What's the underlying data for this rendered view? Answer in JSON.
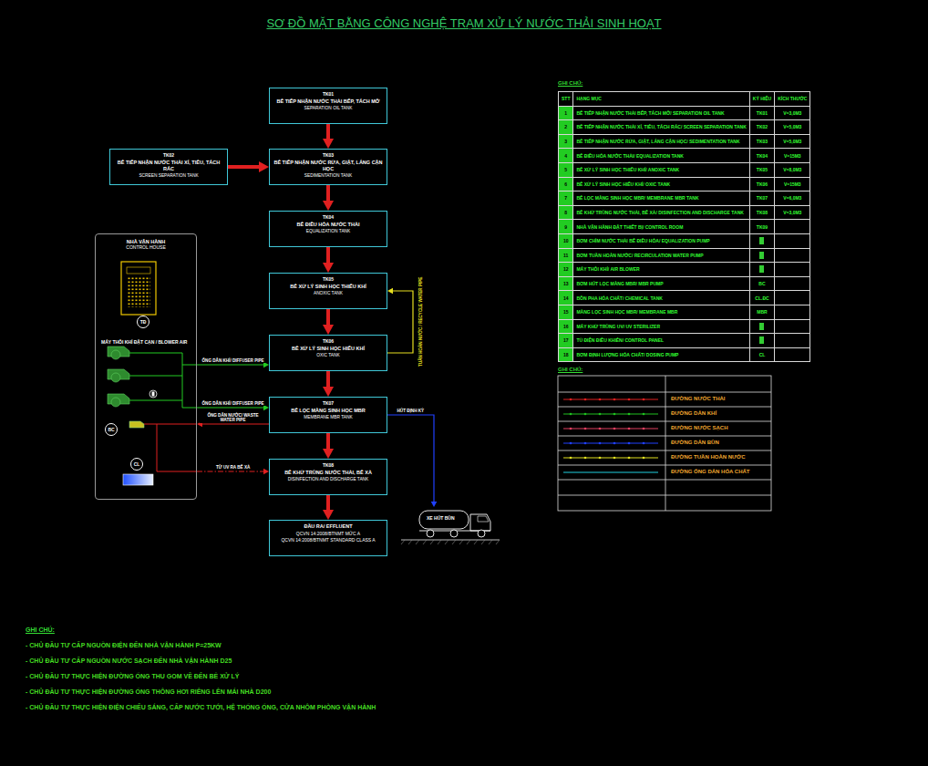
{
  "diagram": {
    "title": "SƠ ĐỒ MẶT BẰNG CÔNG NGHỆ TRẠM XỬ LÝ NƯỚC THẢI SINH HOẠT",
    "nodes": [
      {
        "text": [
          "TK01",
          "BỂ TIẾP NHẬN NƯỚC THẢI BẾP, TÁCH MỠ",
          "SEPARATION OIL TANK"
        ]
      },
      {
        "text": [
          "TK02",
          "BỂ TIẾP NHẬN NƯỚC THẢI XÍ, TIỂU, TÁCH RÁC",
          "SCREEN SEPARATION TANK"
        ]
      },
      {
        "text": [
          "TK03",
          "BỂ TIẾP NHẬN NƯỚC RỬA, GIẶT, LẮNG CẶN HỌC",
          "SEDIMENTATION TANK"
        ]
      },
      {
        "text": [
          "TK04",
          "BỂ ĐIỀU HÒA NƯỚC THẢI",
          "EQUALIZATION TANK"
        ]
      },
      {
        "text": [
          "TK05",
          "BỂ XỬ LÝ SINH HỌC THIẾU KHÍ",
          "ANOXIC TANK"
        ]
      },
      {
        "text": [
          "TK06",
          "BỂ XỬ LÝ SINH HỌC HIẾU KHÍ",
          "OXIC TANK"
        ]
      },
      {
        "text": [
          "TK07",
          "BỂ LỌC MÀNG SINH HỌC MBR",
          "MEMBRANE MBR TANK"
        ]
      },
      {
        "text": [
          "TK08",
          "BỂ KHỬ TRÙNG NƯỚC THẢI, BỂ XẢ",
          "DISINFECTION AND DISCHARGE TANK"
        ]
      },
      {
        "text": [
          "ĐẦU RA/ EFFLUENT",
          "QCVN 14:2008/BTNMT MỨC A",
          "QCVN 14:2008/BTNMT STANDARD CLASS A"
        ]
      },
      {
        "text": [
          "NHÀ VẬN HÀNH",
          "CONTROL HOUSE"
        ]
      },
      {
        "text": [
          "TĐ"
        ],
        "in": 9
      },
      {
        "text": [
          "BC"
        ],
        "in": 9
      },
      {
        "text": [
          "CL"
        ],
        "in": 9
      },
      {
        "text": [
          "XE HÚT BÙN"
        ]
      }
    ],
    "edges": [
      {
        "from": 0,
        "to": 2,
        "arrow": "to"
      },
      {
        "from": 1,
        "to": 2,
        "arrow": "to"
      },
      {
        "from": 2,
        "to": 3,
        "arrow": "to"
      },
      {
        "from": 3,
        "to": 4,
        "arrow": "to"
      },
      {
        "from": 4,
        "to": 5,
        "arrow": "to"
      },
      {
        "from": 5,
        "to": 6,
        "arrow": "to"
      },
      {
        "from": 6,
        "to": 7,
        "arrow": "to"
      },
      {
        "from": 7,
        "to": 8,
        "arrow": "to"
      },
      {
        "from": 5,
        "to": 4,
        "label": "TUẦN HOÀN NƯỚC / RECYCLE WATER PIPE",
        "arrow": "to"
      },
      {
        "from": 9,
        "to": 5,
        "label": "ỐNG DẪN KHÍ/ DIFFUSER PIPE",
        "arrow": "to"
      },
      {
        "from": 9,
        "to": 6,
        "label": "ỐNG DẪN KHÍ/ DIFFUSER PIPE",
        "arrow": "to"
      },
      {
        "from": 6,
        "to": 9,
        "label": "ỐNG DẪN NƯỚC/ WASTE WATER PIPE",
        "arrow": "to"
      },
      {
        "from": 9,
        "to": 7,
        "label": "TỪ UV RA BỂ XẢ",
        "arrow": "to"
      },
      {
        "from": 6,
        "to": 13,
        "label": "HÚT ĐỊNH KỲ",
        "arrow": "to"
      }
    ],
    "labels": [
      "MÁY THỔI KHÍ ĐẶT CẠN / BLOWER AIR",
      "GHI CHÚ:",
      "STT",
      "HẠNG MỤC",
      "KÝ HIỆU",
      "KÍCH THƯỚC",
      "1",
      "BỂ TIẾP NHẬN NƯỚC THẢI BẾP, TÁCH MỠ/ SEPARATION OIL TANK",
      "TK01",
      "V=3,0M3",
      "2",
      "BỂ TIẾP NHẬN NƯỚC THẢI XÍ, TIỂU, TÁCH RÁC/ SCREEN SEPARATION TANK",
      "TK02",
      "V=5,0M3",
      "3",
      "BỂ TIẾP NHẬN NƯỚC RỬA, GIẶT, LẮNG CẶN HỌC/ SEDIMENTATION TANK",
      "TK03",
      "V=5,0M3",
      "4",
      "BỂ ĐIỀU HÒA NƯỚC THẢI/ EQUALIZATION TANK",
      "TK04",
      "V=15M3",
      "5",
      "BỂ XỬ LÝ SINH HỌC THIẾU KHÍ/ ANOXIC TANK",
      "TK05",
      "V=8,0M3",
      "6",
      "BỂ XỬ LÝ SINH HỌC HIẾU KHÍ/ OXIC TANK",
      "TK06",
      "V=15M3",
      "7",
      "BỂ LỌC MÀNG SINH HỌC MBR/ MEMBRANE MBR TANK",
      "TK07",
      "V=6,0M3",
      "8",
      "BỂ KHỬ TRÙNG NƯỚC THẢI, BỂ XẢ/ DISINFECTION AND DISCHARGE TANK",
      "TK08",
      "V=3,0M3",
      "9",
      "NHÀ VẬN HÀNH ĐẶT THIẾT BỊ/ CONTROL ROOM",
      "TK09",
      "10",
      "BƠM CHÌM NƯỚC THẢI BỂ ĐIỀU HÒA/ EQUALIZATION PUMP",
      "11",
      "BƠM TUẦN HOÀN NƯỚC/ RECIRCULATION WATER PUMP",
      "12",
      "MÁY THỔI KHÍ/ AIR BLOWER",
      "13",
      "BƠM HÚT LỌC MÀNG MBR/ MBR PUMP",
      "BC",
      "14",
      "BỒN PHA HÓA CHẤT/ CHEMICAL TANK",
      "CL.ĐC",
      "15",
      "MÀNG LỌC SINH HỌC MBR/ MEMBRANE MBR",
      "MBR",
      "16",
      "MÁY KHỬ TRÙNG UV/ UV STERILIZER",
      "17",
      "TỦ ĐIỆN ĐIỀU KHIỂN/ CONTROL PANEL",
      "18",
      "BƠM ĐỊNH LƯỢNG HÓA CHẤT/ DOSING PUMP",
      "CL",
      "GHI CHÚ:",
      "GHI CHÚ:",
      "- CHỦ ĐẦU TƯ CẤP NGUỒN ĐIỆN ĐẾN NHÀ VẬN HÀNH P=25KW",
      "- CHỦ ĐẦU TƯ CẤP NGUỒN NƯỚC SẠCH ĐẾN NHÀ VẬN HÀNH D25",
      "- CHỦ ĐẦU TƯ THỰC HIỆN ĐƯỜNG ỐNG THU GOM VỀ ĐẾN BỂ XỬ LÝ",
      "- CHỦ ĐẦU TƯ THỰC HIỆN ĐƯỜNG ỐNG THÔNG HƠI RIÊNG LÊN MÁI NHÀ D200",
      "- CHỦ ĐẦU TƯ THỰC HIỆN ĐIỆN CHIẾU SÁNG, CẤP NƯỚC TƯỚI, HỆ THỐNG ỐNG, CỬA NHÔM PHÒNG VẬN HÀNH"
    ],
    "legend": [
      {
        "text": "ĐƯỜNG NƯỚC THẢI"
      },
      {
        "text": "ĐƯỜNG DẪN KHÍ"
      },
      {
        "text": "ĐƯỜNG NƯỚC SẠCH"
      },
      {
        "text": "ĐƯỜNG DẪN BÙN"
      },
      {
        "text": "ĐƯỜNG TUẦN HOÀN NƯỚC"
      },
      {
        "text": "ĐƯỜNG ỐNG DẪN HÓA CHẤT"
      }
    ]
  }
}
